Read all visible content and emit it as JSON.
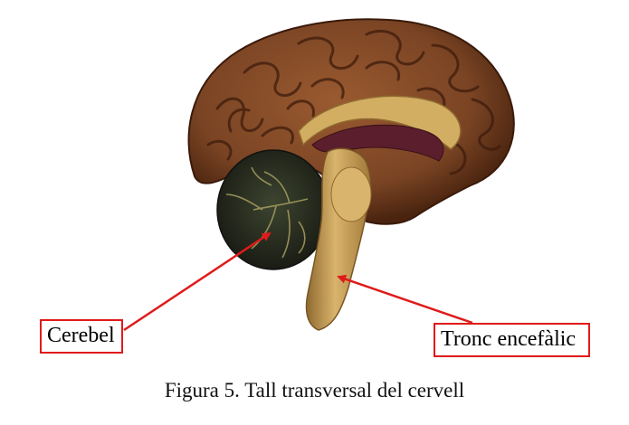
{
  "labels": {
    "cerebellum": "Cerebel",
    "brainstem": "Tronc encefàlic"
  },
  "caption": "Figura 5. Tall transversal del cervell",
  "colors": {
    "cortex": "#7a4424",
    "cortex_dark": "#3e1c0c",
    "cerebellum": "#2b2f22",
    "brainstem": "#c9a25a",
    "corpus_callosum": "#d2ae63",
    "ventricle": "#5a1e2c",
    "arrow": "#e01a1a"
  }
}
